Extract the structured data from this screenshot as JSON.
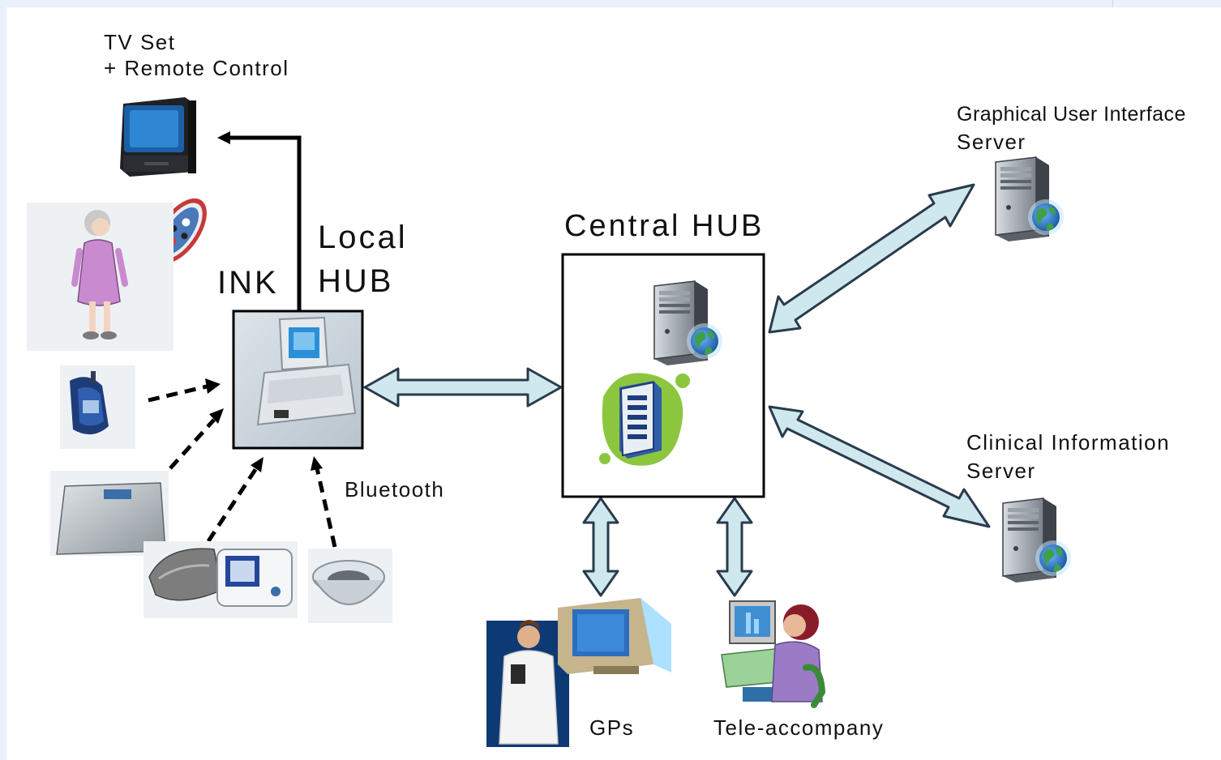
{
  "labels": {
    "tv_line1": "TV Set",
    "tv_line2": "+ Remote Control",
    "local_hub_line1": "Local",
    "local_hub_line2": "HUB",
    "ink": "INK",
    "central_hub": "Central HUB",
    "bluetooth": "Bluetooth",
    "gui_server_line1": "Graphical User Interface",
    "gui_server_line2": "Server",
    "clinical_server_line1": "Clinical Information",
    "clinical_server_line2": "Server",
    "gps": "GPs",
    "tele_accompany": "Tele-accompany"
  },
  "colors": {
    "arrow_fill": "#cfe8ee",
    "arrow_stroke": "#2a3b4c",
    "line": "#000000",
    "screen_blue": "#1f6fb8",
    "globe_green": "#4aa84a",
    "globe_blue": "#2f7fd1",
    "green_blob": "#8cc63f"
  },
  "icons": [
    "tv-icon",
    "remote-control-icon",
    "elderly-woman-icon",
    "glucometer-icon",
    "weighing-scale-icon",
    "blood-pressure-monitor-icon",
    "kitchen-scale-icon",
    "laptop-icon",
    "server-globe-icon",
    "server-rack-icon",
    "doctor-computer-icon",
    "operator-computer-icon"
  ]
}
